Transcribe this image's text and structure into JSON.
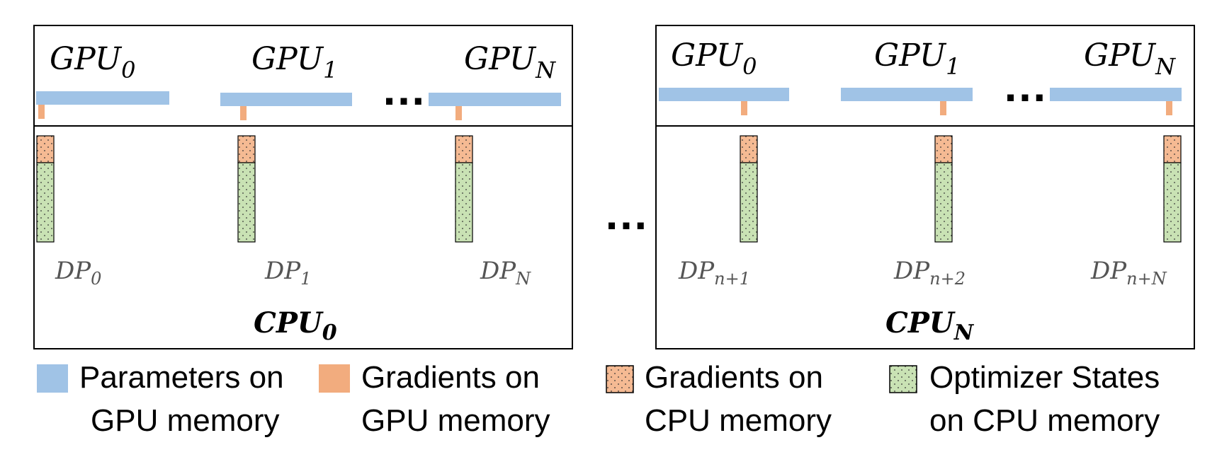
{
  "colors": {
    "parameters_gpu": "#a0c3e6",
    "gradients_gpu": "#f2ac7e",
    "gradients_cpu": "#f5ba93",
    "optimizer_cpu": "#c9e2b4",
    "border": "#000000"
  },
  "nodes": [
    {
      "cpu": {
        "base": "CPU",
        "sub": "0"
      },
      "gpus": [
        {
          "base": "GPU",
          "sub": "0"
        },
        {
          "base": "GPU",
          "sub": "1"
        },
        {
          "base": "GPU",
          "sub": "N"
        }
      ],
      "dps": [
        {
          "base": "DP",
          "sub": "0"
        },
        {
          "base": "DP",
          "sub": "1"
        },
        {
          "base": "DP",
          "sub": "N"
        }
      ],
      "gpu_ellipsis": "…"
    },
    {
      "cpu": {
        "base": "CPU",
        "sub": "N"
      },
      "gpus": [
        {
          "base": "GPU",
          "sub": "0"
        },
        {
          "base": "GPU",
          "sub": "1"
        },
        {
          "base": "GPU",
          "sub": "N"
        }
      ],
      "dps": [
        {
          "base": "DP",
          "sub": "n+1"
        },
        {
          "base": "DP",
          "sub": "n+2"
        },
        {
          "base": "DP",
          "sub": "n+N"
        }
      ],
      "gpu_ellipsis": "…"
    }
  ],
  "node_ellipsis": "…",
  "legend": [
    {
      "key": "parameters_gpu",
      "line1": "Parameters on",
      "line2": "GPU memory",
      "dotted": false
    },
    {
      "key": "gradients_gpu",
      "line1": "Gradients on",
      "line2": "GPU memory",
      "dotted": false
    },
    {
      "key": "gradients_cpu",
      "line1": "Gradients on",
      "line2": "CPU memory",
      "dotted": true
    },
    {
      "key": "optimizer_cpu",
      "line1": "Optimizer States",
      "line2": "on CPU memory",
      "dotted": true
    }
  ]
}
